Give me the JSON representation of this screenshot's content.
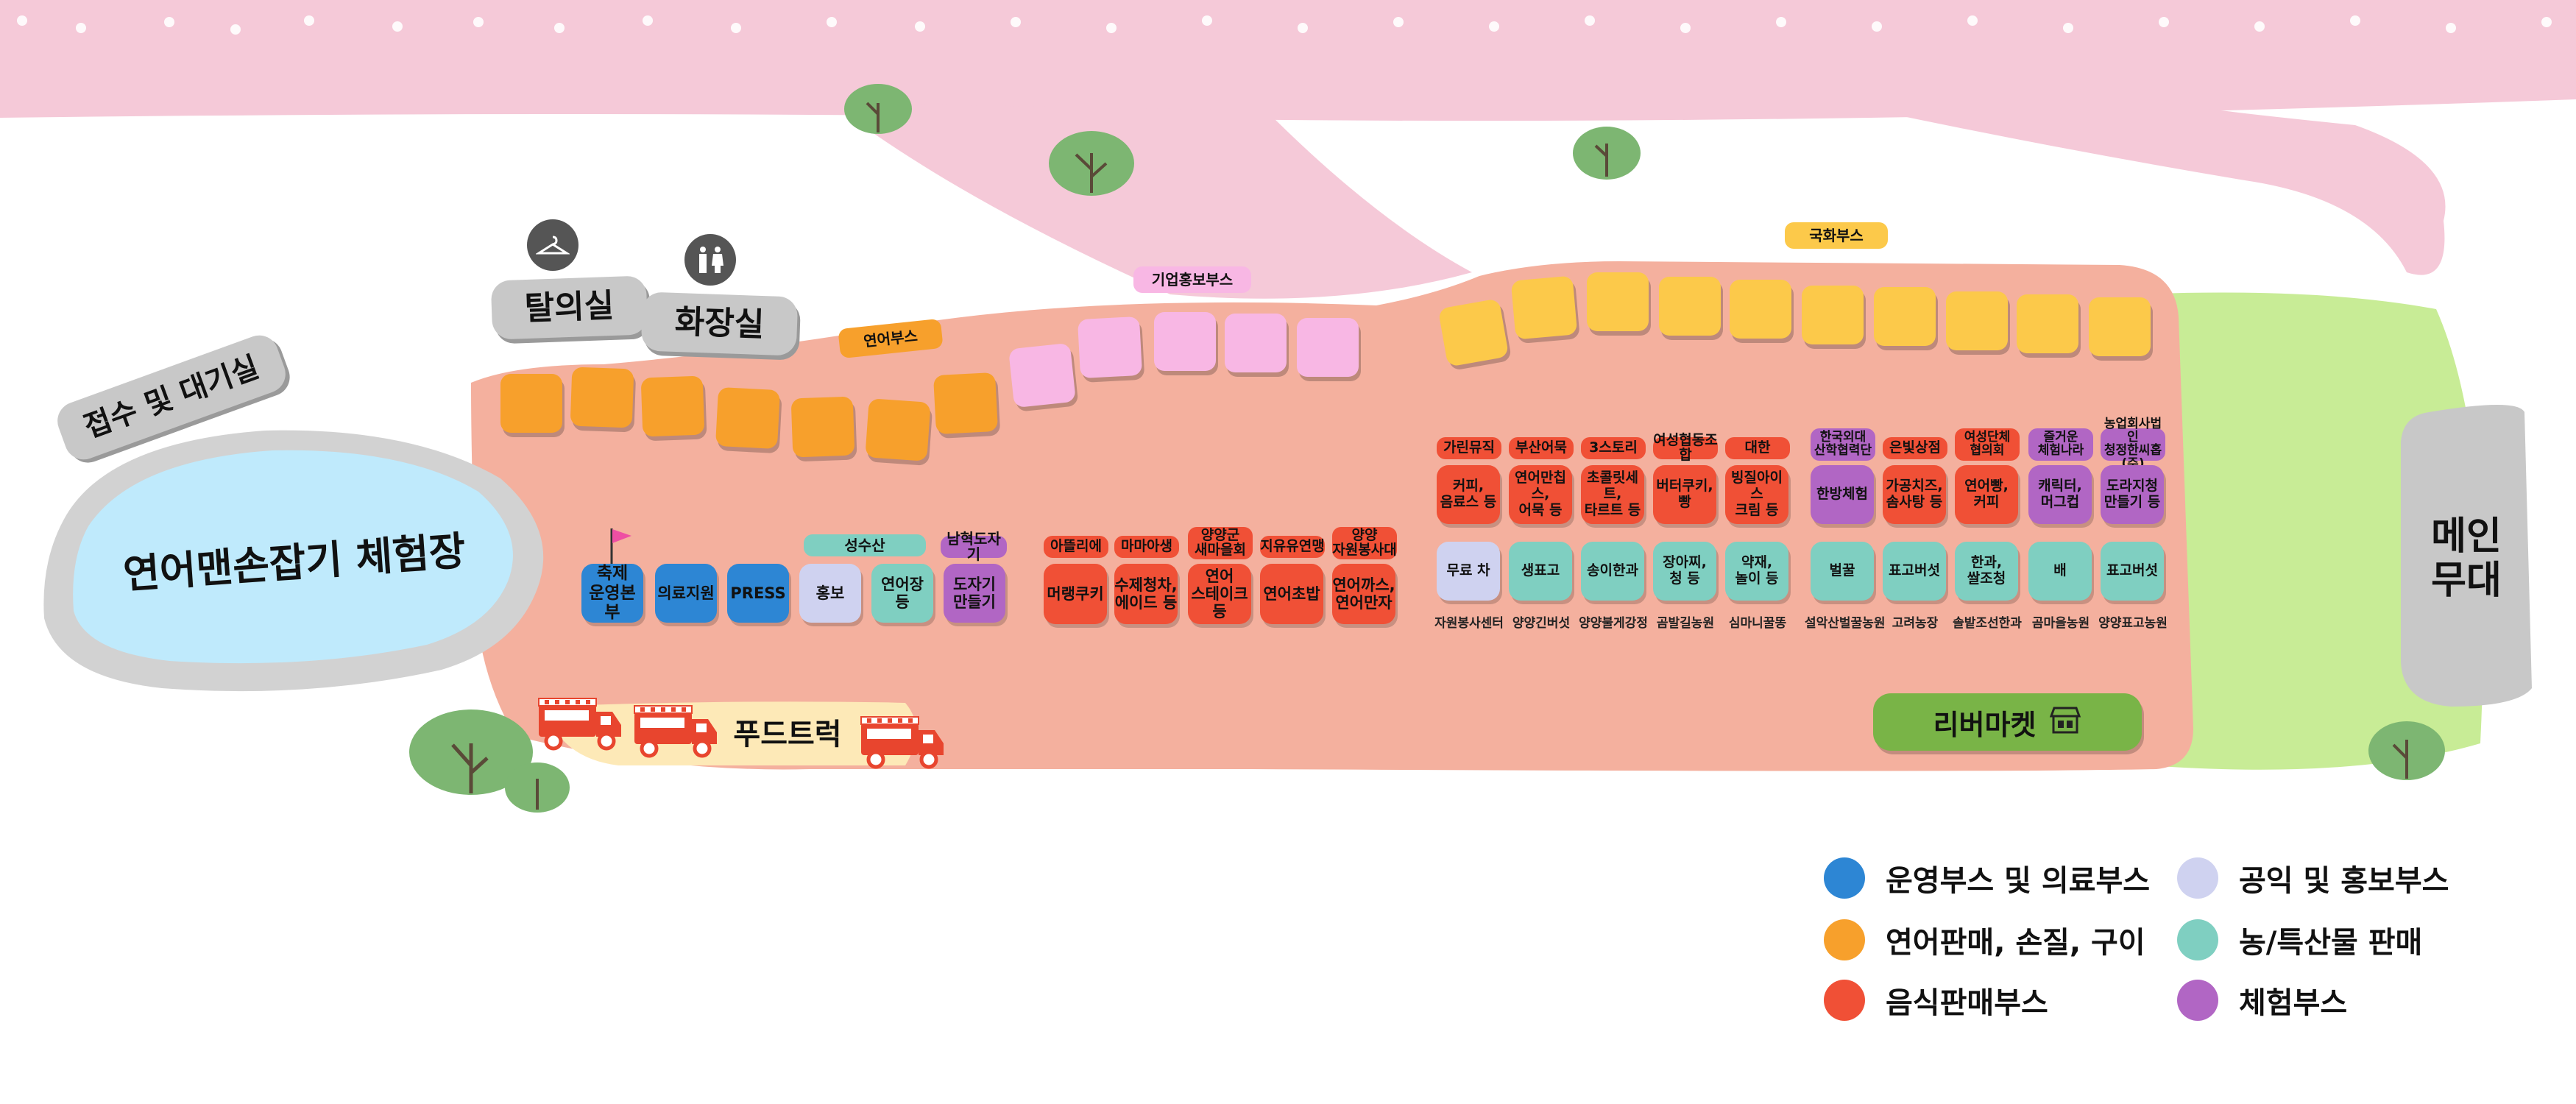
{
  "colors": {
    "operation": "#2d86d4",
    "salmon_sale": "#f7a02c",
    "food": "#f05036",
    "public_pr": "#cfd2f0",
    "farm": "#7fcfc1",
    "experience": "#b166c4",
    "yellow_booth": "#fcc94a",
    "pink_booth": "#f8b7e4",
    "venue": "#f4b09e",
    "pond": "#bfeafc",
    "grass": "#c8ec96",
    "sky_band": "#f5c9d8",
    "grey": "#c8c8c8"
  },
  "icons": {
    "cloakroom": "hanger-icon",
    "restroom": "restroom-icon",
    "market": "shop-icon",
    "flag": "flag-icon",
    "truck": "food-truck-icon",
    "tree": "tree-icon"
  },
  "areas": {
    "reception": "접수 및 대기실",
    "pond": "연어맨손잡기 체험장",
    "cloakroom": "탈의실",
    "restroom": "화장실",
    "main_stage": "메인\n무대",
    "food_truck": "푸드트럭",
    "river_market": "리버마켓"
  },
  "zone_tags": {
    "salmon_booth": "연어부스",
    "company_pr": "기업홍보부스",
    "flower_booth": "국화부스"
  },
  "left_booths": {
    "headers": [
      "성수산",
      "남혁도자기"
    ],
    "items": [
      "축제\n운영본부",
      "의료지원",
      "PRESS",
      "홍보",
      "연어장\n등",
      "도자기\n만들기"
    ]
  },
  "food_booths": {
    "headers": [
      "아뜰리에",
      "마마아생",
      "양양군\n새마을회",
      "지유유연맹",
      "양양\n자원봉사대"
    ],
    "items": [
      "머랭쿠키",
      "수제청차,\n에이드 등",
      "연어\n스테이크\n등",
      "연어초밥",
      "연어까스,\n연어만자"
    ]
  },
  "right_top": {
    "headers": [
      "가린뮤직",
      "부산어묵",
      "3스토리",
      "여성협동조합",
      "대한",
      "한국외대\n산학협력단",
      "은빛상점",
      "여성단체\n협의회",
      "즐거운\n체험나라",
      "농업회사법인\n청정한씨홉(주)"
    ],
    "items": [
      "커피,\n음료스 등",
      "연어만칩스,\n어묵 등",
      "초콜릿세트,\n타르트 등",
      "버터쿠키,\n빵",
      "빙질아이스\n크림 등",
      "한방체험",
      "가공치즈,\n솜사탕 등",
      "연어빵,\n커피",
      "캐릭터,\n머그컵",
      "도라지청\n만들기 등"
    ]
  },
  "right_bottom": {
    "items": [
      "무료 차",
      "생표고",
      "송이한과",
      "장아찌,\n청 등",
      "약재,\n놀이 등",
      "벌꿀",
      "표고버섯",
      "한과,\n쌀조청",
      "배",
      "표고버섯"
    ],
    "orgs": [
      "자원봉사센터",
      "양양긴버섯",
      "양양불게강정",
      "곰발길농원",
      "심마니꿀똥",
      "설악산벌꿀농원",
      "고려농장",
      "솔밭조선한과",
      "곰마을농원",
      "양양표고농원"
    ]
  },
  "legend": [
    {
      "label": "운영부스 및 의료부스",
      "color": "#2d86d4"
    },
    {
      "label": "공익 및 홍보부스",
      "color": "#cfd2f0"
    },
    {
      "label": "연어판매, 손질, 구이",
      "color": "#f7a02c"
    },
    {
      "label": "농/특산물 판매",
      "color": "#7fcfc1"
    },
    {
      "label": "음식판매부스",
      "color": "#f05036"
    },
    {
      "label": "체험부스",
      "color": "#b166c4"
    }
  ]
}
